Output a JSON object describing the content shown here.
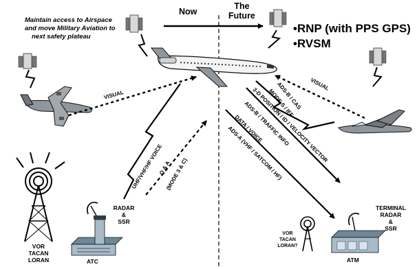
{
  "intro": {
    "line1": "Maintain access to Airspace",
    "line2": "and move Military Aviation to",
    "line3": "next safety plateau"
  },
  "header": {
    "now": "Now",
    "future_line1": "The",
    "future_line2": "Future"
  },
  "bullets": [
    "•RNP (with PPS GPS)",
    "•RVSM"
  ],
  "links": {
    "visual_left": "VISUAL",
    "visual_right": "VISUAL",
    "uhf_voice": "UHF/VHF/HF VOICE",
    "q_and_a": "Q & A",
    "q_mode": "(MODE 3 & C)",
    "adsb_cas": "ADS-B / CAS",
    "modes_iff": "MODE S / IFF",
    "position_vector": "3-D POSITION / ID / VELOCITY VECTOR",
    "adsb_traffic": "ADS-B / TRAFFIC INFO",
    "data_voice": "DATA / VOICE",
    "adsa": "ADS-A (VHF / SATCOM / HF)"
  },
  "ground": {
    "vor_left": [
      "VOR",
      "TACAN",
      "LORAN"
    ],
    "radar_ssr": [
      "RADAR",
      "&",
      "SSR"
    ],
    "atc": "ATC",
    "vor_right": [
      "VOR",
      "TACAN",
      "LORAN?"
    ],
    "terminal_radar": [
      "TERMINAL",
      "RADAR",
      "&",
      "SSR"
    ],
    "atm": "ATM"
  },
  "colors": {
    "ink": "#000000",
    "building": "#a7bcc8",
    "plane_body": "#f4f4f4",
    "plane_grey": "#8f969c"
  }
}
